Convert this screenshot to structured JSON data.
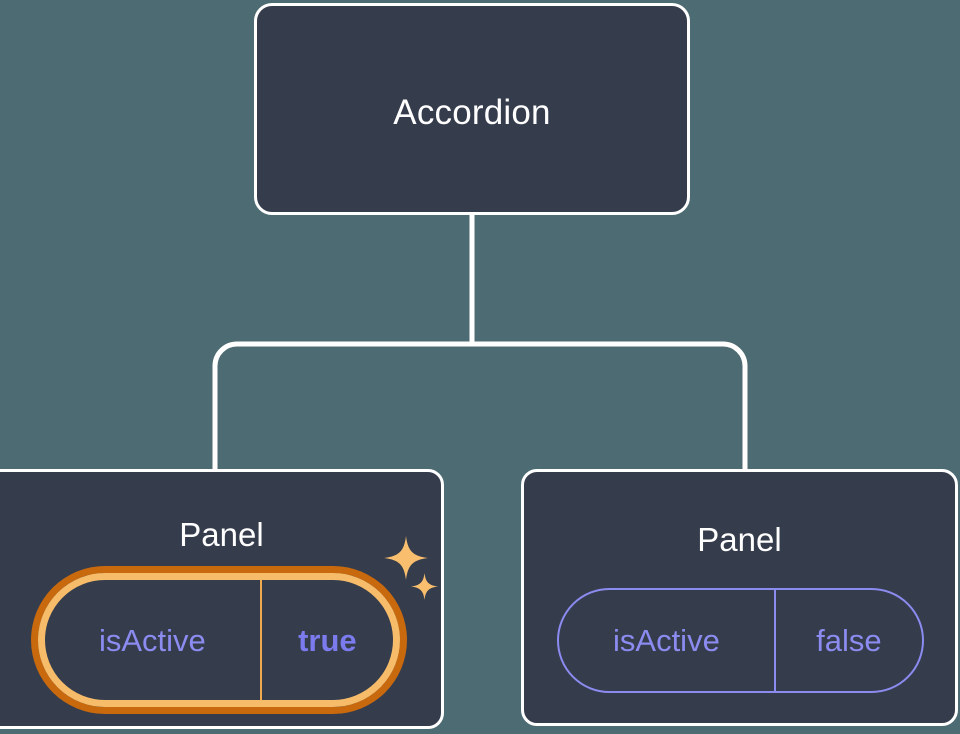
{
  "canvas": {
    "background_color": "#4d6b73",
    "card_fill_color": "#353c4c",
    "card_border_color": "#ffffff",
    "connector_color": "#ffffff"
  },
  "tree": {
    "root": {
      "label": "Accordion",
      "type": "component-node"
    },
    "children": [
      {
        "label": "Panel",
        "type": "component-node",
        "highlighted": true,
        "prop": {
          "key": "isActive",
          "value": "true",
          "state": "highlighted",
          "border_color": "#f7bc6a",
          "glow_color": "#c8690e",
          "key_color": "#8b8bf0",
          "value_color": "#7b7bee",
          "divider_color": "#f0a94e"
        },
        "sparkles": [
          {
            "name": "sparkle-large",
            "color": "#f9be6e"
          },
          {
            "name": "sparkle-small",
            "color": "#f9be6e"
          }
        ]
      },
      {
        "label": "Panel",
        "type": "component-node",
        "highlighted": false,
        "prop": {
          "key": "isActive",
          "value": "false",
          "state": "default",
          "border_color": "#8b8bf0",
          "key_color": "#8b8bf0",
          "value_color": "#8b8bf0",
          "divider_color": "#8b8bf0"
        }
      }
    ]
  }
}
